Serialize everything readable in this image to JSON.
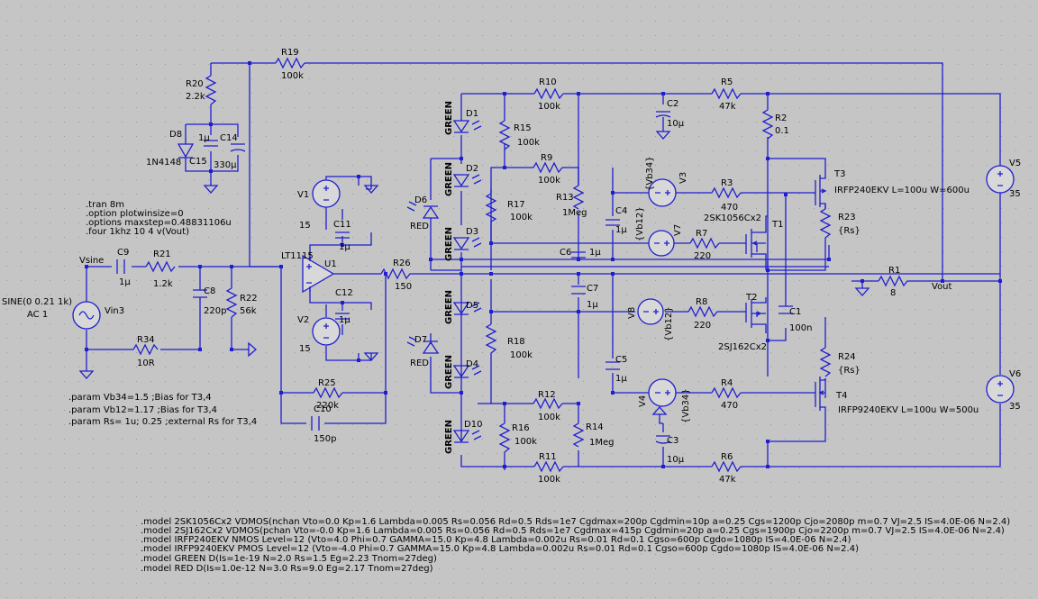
{
  "labels": {
    "R19": "R19",
    "R19v": "100k",
    "R20": "R20",
    "R20v": "2.2k",
    "D8": "D8",
    "D8v": "1N4148",
    "C15": "C15",
    "C15v": "1µ",
    "C14": "C14",
    "C14v": "330µ",
    "R10": "R10",
    "R10v": "100k",
    "C2": "C2",
    "C2v": "10µ",
    "R5": "R5",
    "R5v": "47k",
    "R2": "R2",
    "R2v": "0.1",
    "D1": "D1",
    "GREEN": "GREEN",
    "R15": "R15",
    "R15v": "100k",
    "D2": "D2",
    "R9": "R9",
    "R9v": "100k",
    "Vb34": "{Vb34}",
    "V3": "V3",
    "R3": "R3",
    "R3v": "470",
    "T3": "T3",
    "T3v": "IRFP240EKV L=100u W=600u",
    "V5": "V5",
    "V5v": "35",
    "D6": "D6",
    "RED": "RED",
    "R17": "R17",
    "R17v": "100k",
    "R13": "R13",
    "R13v": "1Meg",
    "C4": "C4",
    "C4v": "1µ",
    "Vb12": "{Vb12}",
    "V7": "V7",
    "T1": "T1",
    "T1v": "2SK1056Cx2",
    "R23": "R23",
    "R23v": "{Rs}",
    "D3": "D3",
    "C6": "C6",
    "C6v": "1µ",
    "R7": "R7",
    "R7v": "220",
    "V1": "V1",
    "V1v": "15",
    "C11": "C11",
    "C11v": "1µ",
    "LT": "LT1115",
    "U1": "U1",
    "Vsine": "Vsine",
    "C9": "C9",
    "C9v": "1µ",
    "R21": "R21",
    "R21v": "1.2k",
    "R26": "R26",
    "R26v": "150",
    "R1": "R1",
    "R1v": "8",
    "Vout": "Vout",
    "SINE": "SINE(0 0.21 1k)",
    "AC": "AC 1",
    "Vin3": "Vin3",
    "C8": "C8",
    "C8v": "220p",
    "R22": "R22",
    "R22v": "56k",
    "C12": "C12",
    "C12v": "1µ",
    "V2": "V2",
    "V2v": "15",
    "C7": "C7",
    "C7v": "1µ",
    "D5": "D5",
    "V8": "V8",
    "R8": "R8",
    "R8v": "220",
    "T2": "T2",
    "T2v": "2SJ162Cx2",
    "C1": "C1",
    "C1v": "100n",
    "R34": "R34",
    "R34v": "10R",
    "D7": "D7",
    "R18": "R18",
    "R18v": "100k",
    "R24": "R24",
    "R24v": "{Rs}",
    "C5": "C5",
    "C5v": "1µ",
    "R25": "R25",
    "R25v": "220k",
    "C10": "C10",
    "C10v": "150p",
    "D4": "D4",
    "R12": "R12",
    "R12v": "100k",
    "V4": "V4",
    "R4": "R4",
    "R4v": "470",
    "T4": "T4",
    "T4v": "IRFP9240EKV L=100u W=500u",
    "V6": "V6",
    "V6v": "35",
    "D10": "D10",
    "R16": "R16",
    "R16v": "100k",
    "R14": "R14",
    "R14v": "1Meg",
    "C3": "C3",
    "C3v": "10µ",
    "R11": "R11",
    "R11v": "100k",
    "R6": "R6",
    "R6v": "47k"
  },
  "directives": [
    ".tran 8m",
    ".option plotwinsize=0",
    ".options maxstep=0.48831106u",
    ".four 1khz 10 4 v(Vout)"
  ],
  "params": [
    ".param Vb34=1.5 ;Bias for T3,4",
    ".param Vb12=1.17 ;Bias for T3,4",
    ".param Rs= 1u; 0.25 ;external Rs for T3,4"
  ],
  "models": [
    ".model 2SK1056Cx2 VDMOS(nchan Vto=0.0 Kp=1.6 Lambda=0.005 Rs=0.056 Rd=0.5 Rds=1e7 Cgdmax=200p Cgdmin=10p a=0.25 Cgs=1200p Cjo=2080p m=0.7 VJ=2.5 IS=4.0E-06 N=2.4)",
    ".model 2SJ162Cx2 VDMOS(pchan Vto=-0.0 Kp=1.6 Lambda=0.005 Rs=0.056 Rd=0.5 Rds=1e7 Cgdmax=415p Cgdmin=20p a=0.25 Cgs=1900p Cjo=2200p m=0.7 VJ=2.5 IS=4.0E-06 N=2.4)",
    ".model IRFP240EKV NMOS Level=12 (Vto=4.0 Phi=0.7 GAMMA=15.0 Kp=4.8 Lambda=0.002u Rs=0.01 Rd=0.1 Cgso=600p Cgdo=1080p IS=4.0E-06 N=2.4)",
    ".model IRFP9240EKV PMOS Level=12 (Vto=-4.0 Phi=0.7 GAMMA=15.0 Kp=4.8 Lambda=0.002u Rs=0.01 Rd=0.1 Cgso=600p Cgdo=1080p IS=4.0E-06 N=2.4)",
    ".model GREEN D(Is=1e-19 N=2.0 Rs=1.5 Eg=2.23 Tnom=27deg)",
    ".model RED D(Is=1.0e-12 N=3.0 Rs=9.0 Eg=2.17 Tnom=27deg)"
  ],
  "colors": {
    "background": "#c5c5c5",
    "wire": "#1f1fd0",
    "text": "#000000"
  }
}
